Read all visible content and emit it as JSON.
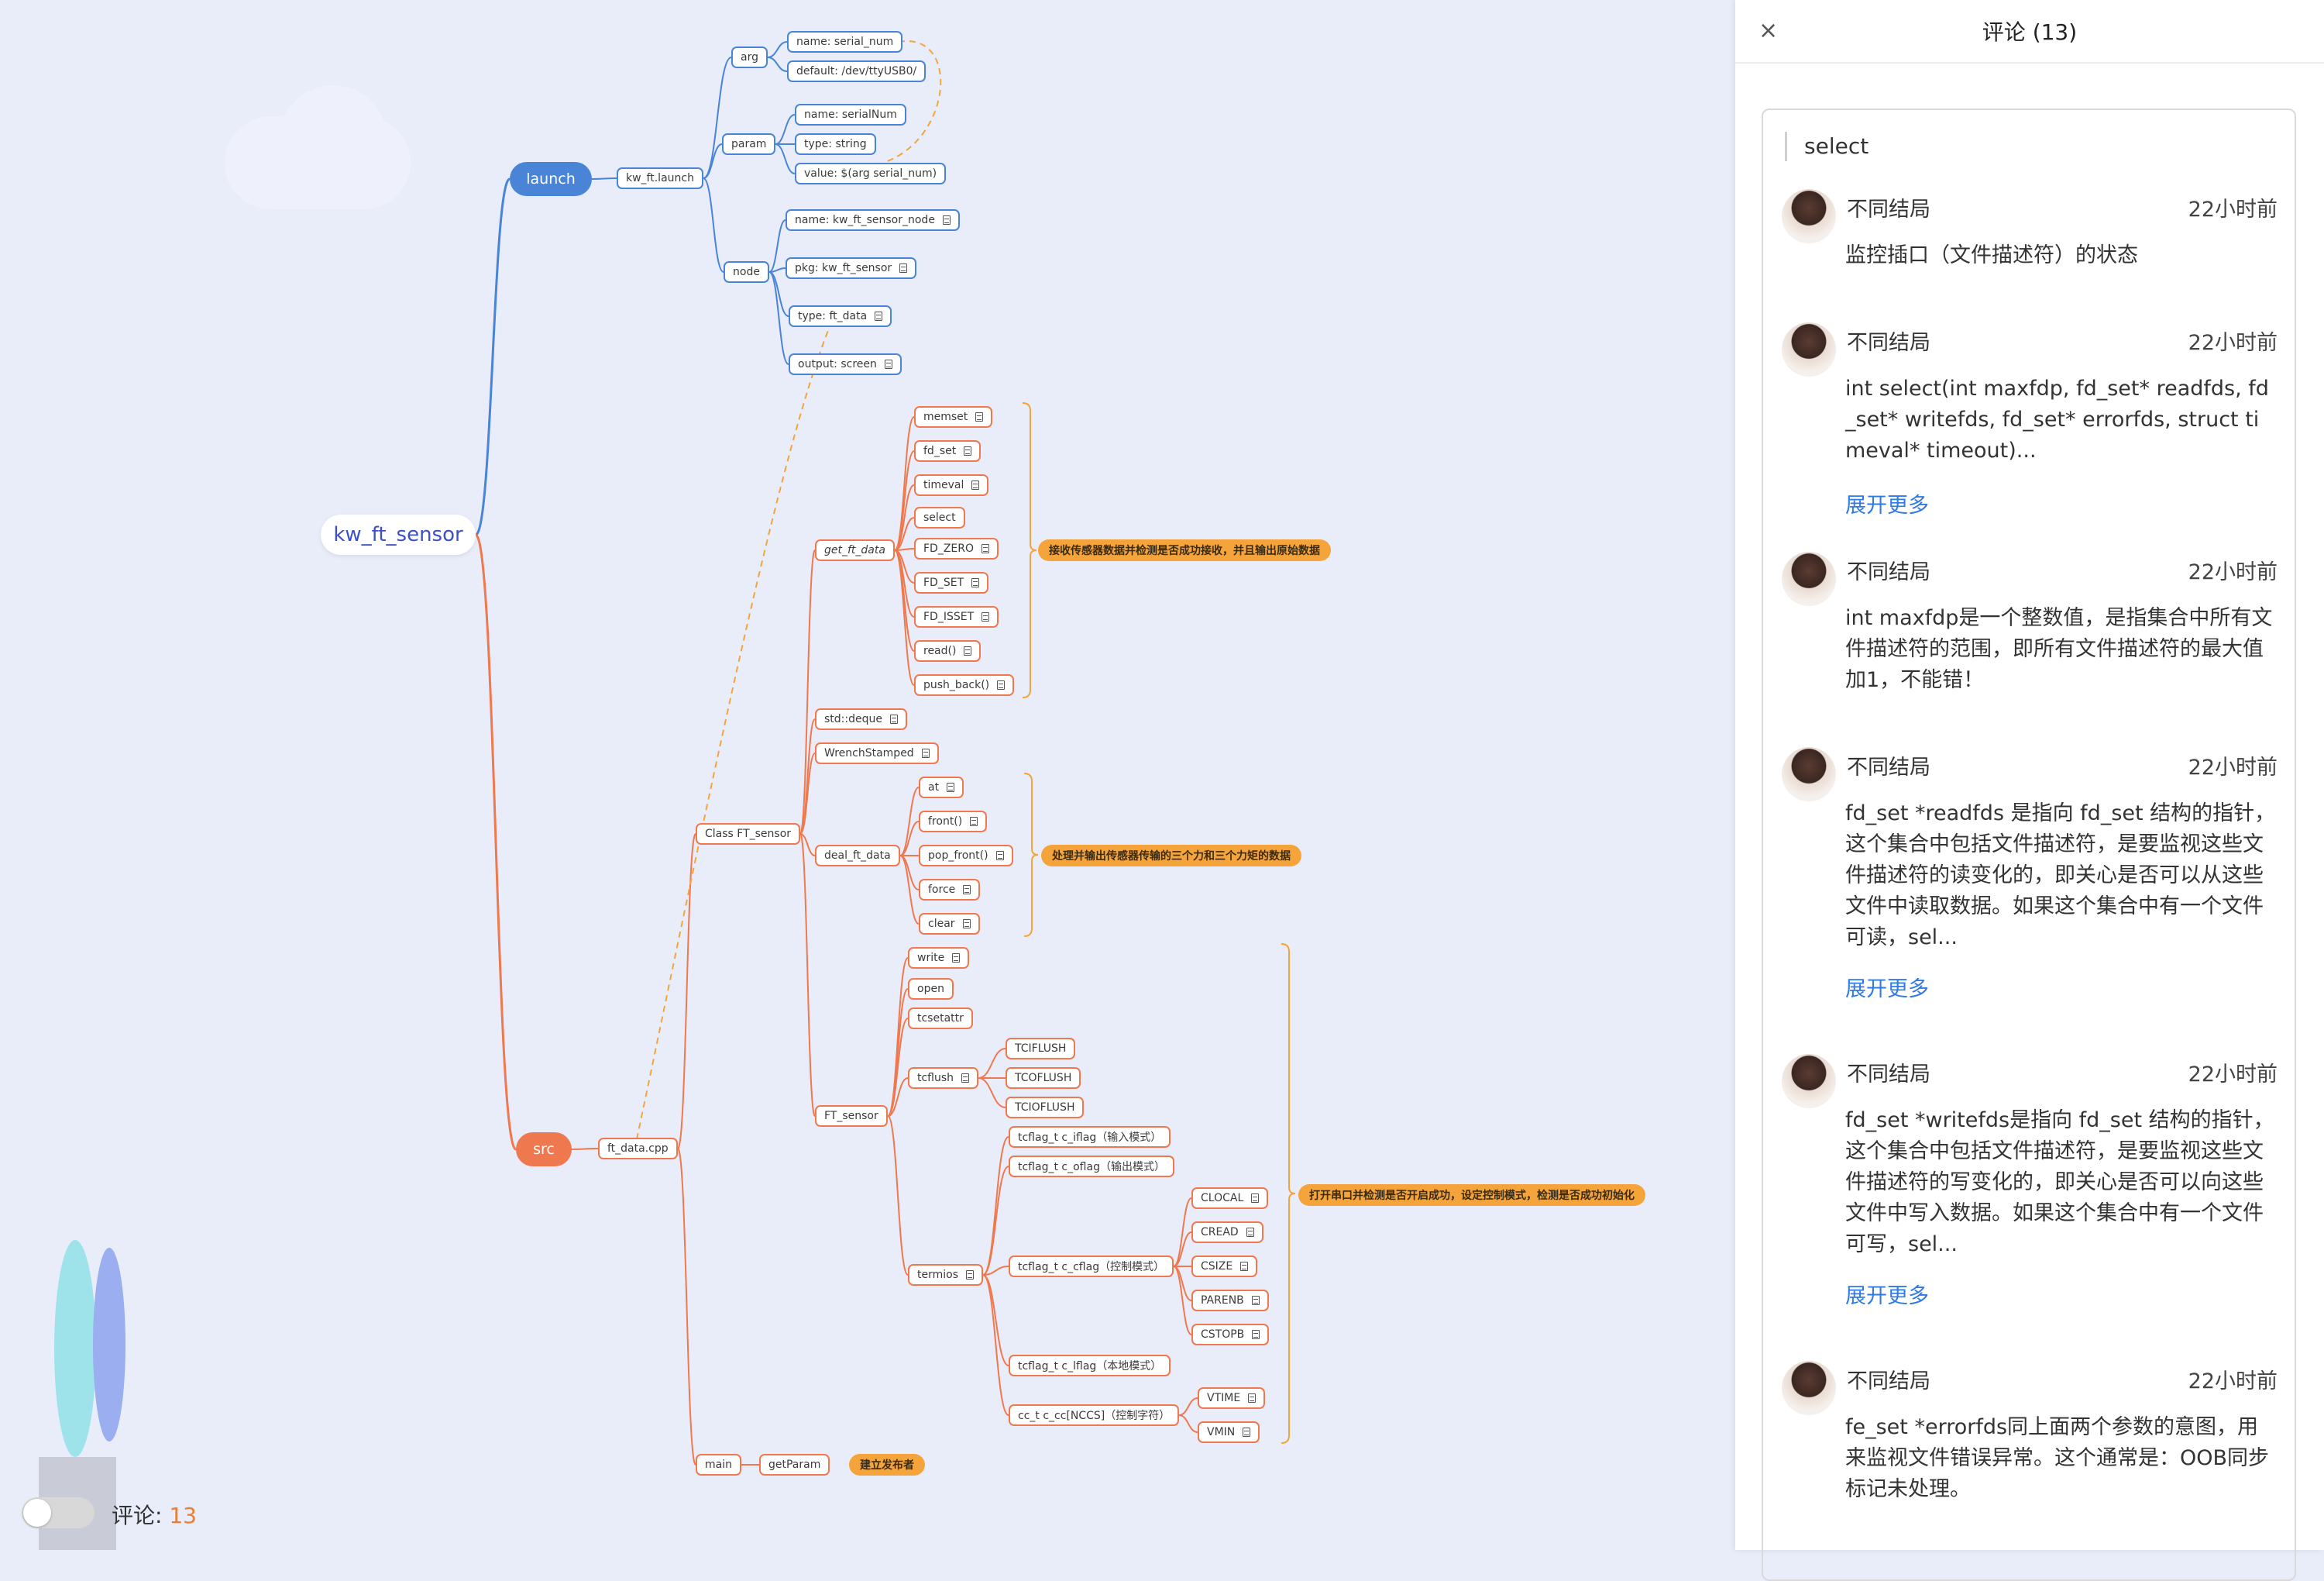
{
  "mindmap": {
    "root": "kw_ft_sensor",
    "launch": "launch",
    "src": "src",
    "nodes": {
      "kw_ft_launch": "kw_ft.launch",
      "arg": "arg",
      "param": "param",
      "node": "node",
      "arg_name": "name: serial_num",
      "arg_default": "default: /dev/ttyUSB0/",
      "param_name": "name: serialNum",
      "param_type": "type: string",
      "param_value": "value: $(arg serial_num)",
      "node_name": "name: kw_ft_sensor_node",
      "node_pkg": "pkg: kw_ft_sensor",
      "node_type": "type: ft_data",
      "node_output": "output: screen",
      "ft_data_cpp": "ft_data.cpp",
      "class_ft_sensor": "Class FT_sensor",
      "get_ft_data": "get_ft_data",
      "memset": "memset",
      "fd_set": "fd_set",
      "timeval": "timeval",
      "select": "select",
      "fd_zero": "FD_ZERO",
      "fd_set_m": "FD_SET",
      "fd_isset": "FD_ISSET",
      "read": "read()",
      "push_back": "push_back()",
      "std_deque": "std::deque",
      "wrench": "WrenchStamped",
      "deal_ft_data": "deal_ft_data",
      "at": "at",
      "front": "front()",
      "pop_front": "pop_front()",
      "force": "force",
      "clear": "clear",
      "ft_sensor": "FT_sensor",
      "write": "write",
      "open": "open",
      "tcsetattr": "tcsetattr",
      "tcflush": "tcflush",
      "tciflush": "TCIFLUSH",
      "tcoflush": "TCOFLUSH",
      "tcioflush": "TCIOFLUSH",
      "termios": "termios",
      "iflag": "tcflag_t c_iflag（输入模式）",
      "oflag": "tcflag_t c_oflag（输出模式）",
      "cflag": "tcflag_t c_cflag（控制模式）",
      "lflag": "tcflag_t c_lflag（本地模式）",
      "cc": "cc_t c_cc[NCCS]（控制字符）",
      "clocal": "CLOCAL",
      "cread": "CREAD",
      "csize": "CSIZE",
      "parenb": "PARENB",
      "cstopb": "CSTOPB",
      "vtime": "VTIME",
      "vmin": "VMIN",
      "main": "main",
      "getparam": "getParam"
    },
    "summaries": {
      "s1": "接收传感器数据并检测是否成功接收，并且输出原始数据",
      "s2": "处理并输出传感器传输的三个力和三个力矩的数据",
      "s3": "打开串口并检测是否开启成功，设定控制模式，检测是否成功初始化",
      "s4": "建立发布者"
    },
    "colors": {
      "launch": "#4a84d6",
      "src": "#f0784f",
      "summary": "#f5a43c"
    }
  },
  "panel": {
    "title": "评论 (13)",
    "topic": "select",
    "comments": [
      {
        "user": "不同结局",
        "time": "22小时前",
        "text": "监控插口（文件描述符）的状态",
        "more": ""
      },
      {
        "user": "不同结局",
        "time": "22小时前",
        "text": "int select(int maxfdp, fd_set* readfds, fd_set* writefds, fd_set* errorfds, struct timeval* timeout)...",
        "more": "展开更多"
      },
      {
        "user": "不同结局",
        "time": "22小时前",
        "text": "int maxfdp是一个整数值，是指集合中所有文件描述符的范围，即所有文件描述符的最大值加1，不能错！",
        "more": ""
      },
      {
        "user": "不同结局",
        "time": "22小时前",
        "text": "fd_set *readfds 是指向 fd_set 结构的指针，这个集合中包括文件描述符，是要监视这些文件描述符的读变化的，即关心是否可以从这些文件中读取数据。如果这个集合中有一个文件可读，sel...",
        "more": "展开更多"
      },
      {
        "user": "不同结局",
        "time": "22小时前",
        "text": "fd_set *writefds是指向 fd_set 结构的指针，这个集合中包括文件描述符，是要监视这些文件描述符的写变化的，即关心是否可以向这些文件中写入数据。如果这个集合中有一个文件可写，sel...",
        "more": "展开更多"
      },
      {
        "user": "不同结局",
        "time": "22小时前",
        "text": "fe_set *errorfds同上面两个参数的意图，用来监视文件错误异常。这个通常是：OOB同步标记未处理。",
        "more": ""
      }
    ]
  },
  "footer": {
    "label": "评论:",
    "count": "13"
  }
}
